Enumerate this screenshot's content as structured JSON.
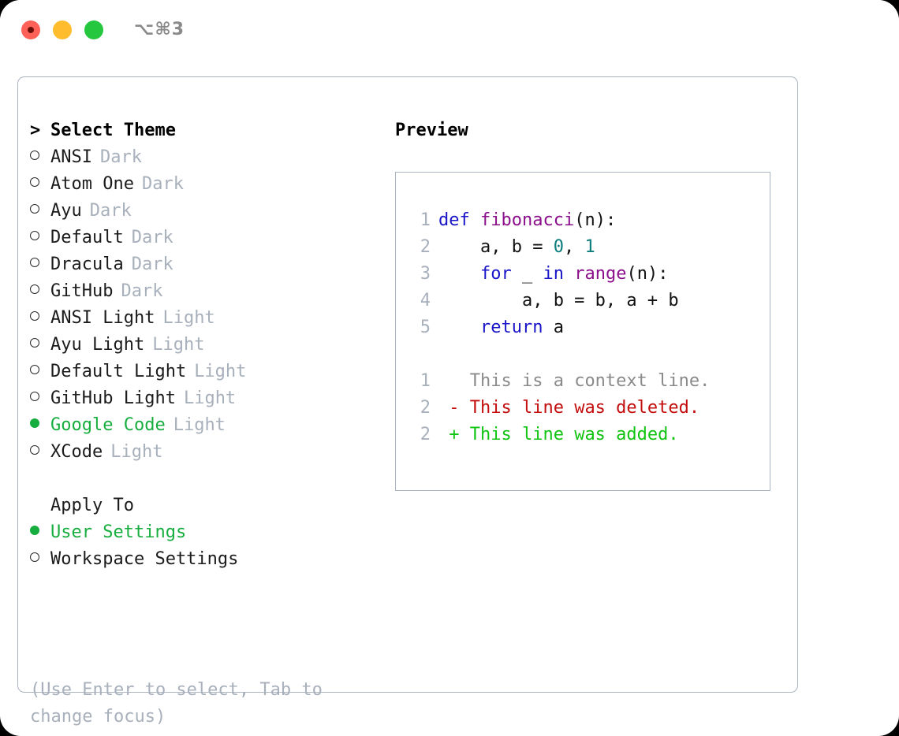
{
  "titlebar": {
    "shortcut": "⌥⌘3",
    "buttons": [
      {
        "name": "close",
        "color": "#ff6158",
        "recording": true
      },
      {
        "name": "minimize",
        "color": "#ffbd2e",
        "recording": false
      },
      {
        "name": "maximize",
        "color": "#25c73f",
        "recording": false
      }
    ]
  },
  "colors": {
    "accent_selected": "#17ae3f",
    "muted": "#a8b0bb",
    "border": "#a9b3c1",
    "keyword": "#1a16c8",
    "function": "#8b0f8b",
    "number": "#0d7c7c",
    "diff_context": "#8a8a8a",
    "diff_deleted": "#c40d0d",
    "diff_added": "#11c411"
  },
  "theme_list": {
    "heading": "Select Theme",
    "caret": ">",
    "items": [
      {
        "name": "ANSI",
        "variant": "Dark",
        "selected": false
      },
      {
        "name": "Atom One",
        "variant": "Dark",
        "selected": false
      },
      {
        "name": "Ayu",
        "variant": "Dark",
        "selected": false
      },
      {
        "name": "Default",
        "variant": "Dark",
        "selected": false
      },
      {
        "name": "Dracula",
        "variant": "Dark",
        "selected": false
      },
      {
        "name": "GitHub",
        "variant": "Dark",
        "selected": false
      },
      {
        "name": "ANSI Light",
        "variant": "Light",
        "selected": false
      },
      {
        "name": "Ayu Light",
        "variant": "Light",
        "selected": false
      },
      {
        "name": "Default Light",
        "variant": "Light",
        "selected": false
      },
      {
        "name": "GitHub Light",
        "variant": "Light",
        "selected": false
      },
      {
        "name": "Google Code",
        "variant": "Light",
        "selected": true
      },
      {
        "name": "XCode",
        "variant": "Light",
        "selected": false
      }
    ]
  },
  "apply_to": {
    "heading": "Apply To",
    "items": [
      {
        "name": "User Settings",
        "selected": true
      },
      {
        "name": "Workspace Settings",
        "selected": false
      }
    ]
  },
  "hint": "(Use Enter to select, Tab to change focus)",
  "preview": {
    "title": "Preview",
    "code_lines": [
      {
        "no": "1",
        "tokens": [
          {
            "t": "def ",
            "c": "kw"
          },
          {
            "t": "fibonacci",
            "c": "fn"
          },
          {
            "t": "(n):",
            "c": "txt"
          }
        ]
      },
      {
        "no": "2",
        "tokens": [
          {
            "t": "    a, b = ",
            "c": "txt"
          },
          {
            "t": "0",
            "c": "num"
          },
          {
            "t": ", ",
            "c": "txt"
          },
          {
            "t": "1",
            "c": "num"
          }
        ]
      },
      {
        "no": "3",
        "tokens": [
          {
            "t": "    ",
            "c": "txt"
          },
          {
            "t": "for",
            "c": "kw"
          },
          {
            "t": " _ ",
            "c": "txt"
          },
          {
            "t": "in",
            "c": "kw"
          },
          {
            "t": " ",
            "c": "txt"
          },
          {
            "t": "range",
            "c": "fn"
          },
          {
            "t": "(n):",
            "c": "txt"
          }
        ]
      },
      {
        "no": "4",
        "tokens": [
          {
            "t": "        a, b = b, a + b",
            "c": "txt"
          }
        ]
      },
      {
        "no": "5",
        "tokens": [
          {
            "t": "    ",
            "c": "txt"
          },
          {
            "t": "return",
            "c": "kw"
          },
          {
            "t": " a",
            "c": "txt"
          }
        ]
      }
    ],
    "diff_lines": [
      {
        "no": "1",
        "marker": " ",
        "text": " This is a context line.",
        "kind": "ctx"
      },
      {
        "no": "2",
        "marker": "-",
        "text": " This line was deleted.",
        "kind": "del"
      },
      {
        "no": "2",
        "marker": "+",
        "text": " This line was added.",
        "kind": "add"
      }
    ]
  }
}
